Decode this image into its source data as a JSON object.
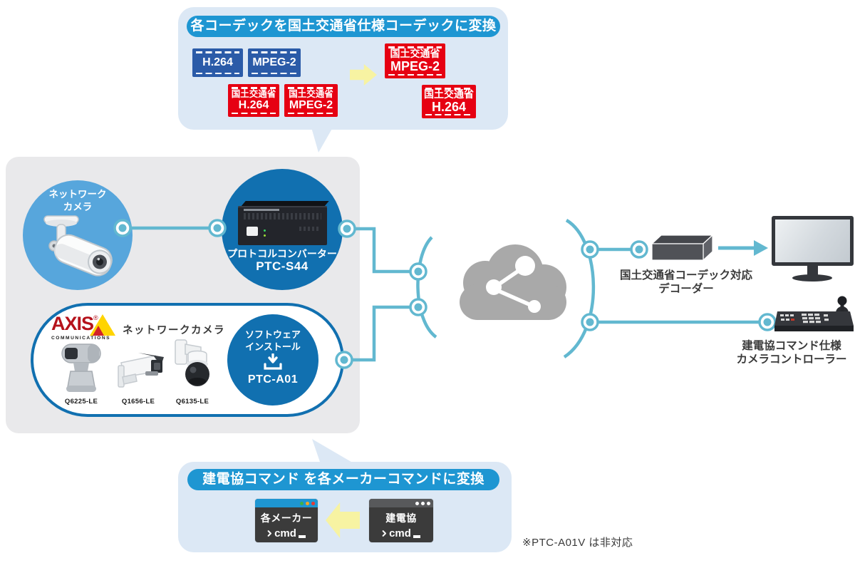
{
  "top_bubble": {
    "title": "各コーデックを国土交通省仕様コーデックに変換",
    "badge_h264": "H.264",
    "badge_mpeg2": "MPEG-2",
    "badge_mlit_h264": {
      "line1": "国土交通省",
      "line2": "H.264"
    },
    "badge_mlit_mpeg2": {
      "line1": "国土交通省",
      "line2": "MPEG-2"
    },
    "out_badge_mlit_mpeg2": {
      "line1": "国土交通省",
      "line2": "MPEG-2"
    },
    "out_badge_mlit_h264": {
      "line1": "国土交通省",
      "line2": "H.264"
    }
  },
  "source_panel": {
    "camera_circle": {
      "line1": "ネットワーク",
      "line2": "カメラ"
    },
    "converter_circle": {
      "line1": "プロトコルコンバーター",
      "line2": "PTC-S44"
    },
    "axis_group": {
      "brand": "AXIS",
      "brand_reg": "®",
      "brand_sub": "COMMUNICATIONS",
      "label": "ネットワークカメラ",
      "models": [
        "Q6225-LE",
        "Q1656-LE",
        "Q6135-LE"
      ],
      "install_circle": {
        "line1": "ソフトウェア",
        "line2": "インストール",
        "model": "PTC-A01"
      }
    }
  },
  "destinations": {
    "decoder": {
      "line1": "国土交通省コーデック対応",
      "line2": "デコーダー"
    },
    "controller": {
      "line1": "建電協コマンド仕様",
      "line2": "カメラコントローラー"
    }
  },
  "bottom_bubble": {
    "title": "建電協コマンド を各メーカーコマンドに変換",
    "terminal_maker": {
      "label": "各メーカー",
      "command": "cmd"
    },
    "terminal_kendenkyo": {
      "label": "建電協",
      "command": "cmd"
    }
  },
  "footnote": "※PTC-A01V は非対応",
  "icons": {
    "install": "download-tray-icon",
    "cloud": "share-network-icon",
    "terminal_prompt": "chevron-right-icon",
    "terminal_cursor": "block-cursor-icon"
  },
  "colors": {
    "bubble_bg": "#dce8f5",
    "title_bar_blue": "#1e96d2",
    "badge_navy": "#2b5ba8",
    "badge_red": "#e60012",
    "arrow_yellow": "#f7f3a2",
    "panel_gray": "#e9e9eb",
    "camera_circle_blue": "#57a6dc",
    "device_circle_blue": "#1170b0",
    "connector_teal": "#62b8d0",
    "cloud_gray": "#a9a9a9"
  }
}
